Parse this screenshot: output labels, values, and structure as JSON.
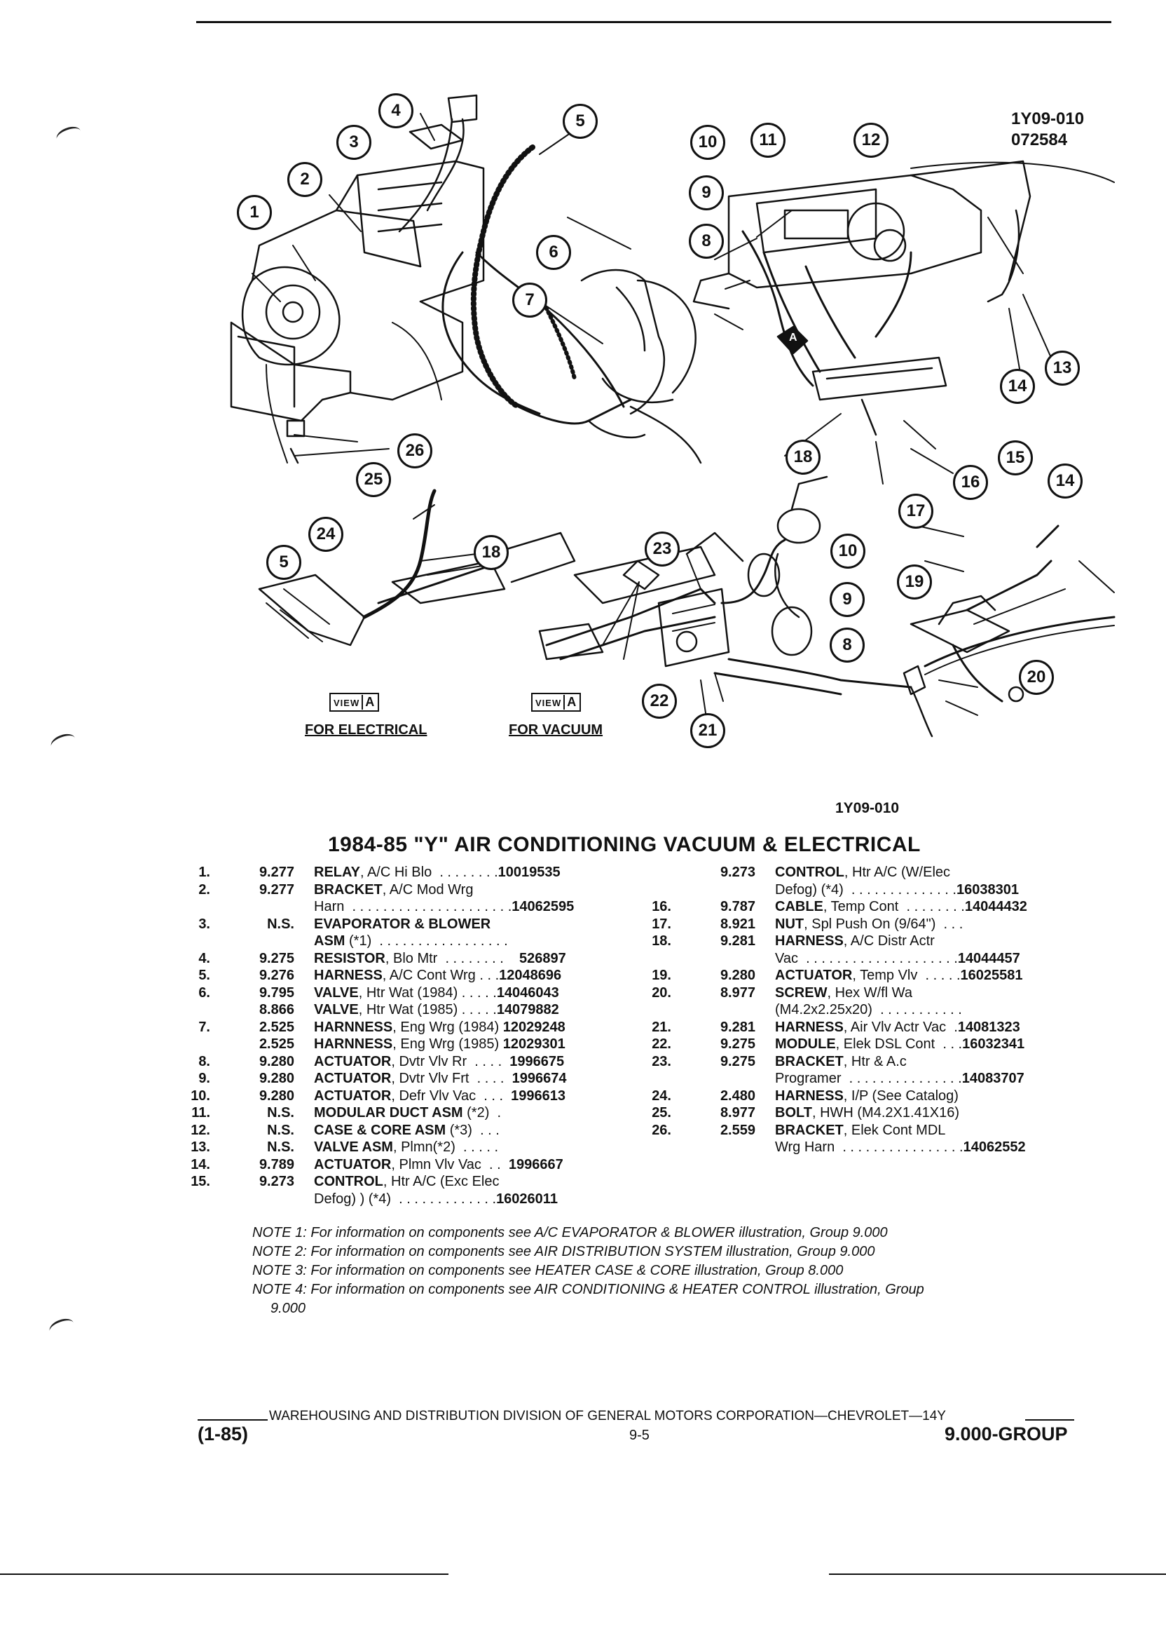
{
  "drawing": {
    "code_top": "1Y09-010",
    "date_code": "072584",
    "code_bottom": "1Y09-010",
    "views": [
      {
        "box": "VIEW",
        "letter": "A",
        "caption": "FOR ELECTRICAL"
      },
      {
        "box": "VIEW",
        "letter": "A",
        "caption": "FOR VACUUM"
      }
    ],
    "view_arrow_letter": "A",
    "callouts": [
      "1",
      "2",
      "3",
      "4",
      "5",
      "6",
      "7",
      "8",
      "9",
      "10",
      "11",
      "12",
      "13",
      "14",
      "15",
      "16",
      "17",
      "18",
      "26",
      "25",
      "24",
      "5",
      "18",
      "23",
      "10",
      "9",
      "8",
      "22",
      "21",
      "19",
      "14",
      "20"
    ]
  },
  "title": "1984-85 \"Y\" AIR CONDITIONING VACUUM & ELECTRICAL",
  "parts_left": [
    {
      "n": "1.",
      "g": "9.277",
      "d": "RELAY",
      "r": ", A/C Hi Blo  . . . . . . . .",
      "p": "10019535"
    },
    {
      "n": "2.",
      "g": "9.277",
      "d": "BRACKET",
      "r": ", A/C Mod Wrg",
      "p": ""
    },
    {
      "n": "",
      "g": "",
      "d": "",
      "r": "Harn  . . . . . . . . . . . . . . . . . . . . .",
      "p": "14062595"
    },
    {
      "n": "3.",
      "g": "N.S.",
      "d": "EVAPORATOR & BLOWER",
      "r": "",
      "p": ""
    },
    {
      "n": "",
      "g": "",
      "d": "ASM",
      "r": " (*1)  . . . . . . . . . . . . . . . . .",
      "p": ""
    },
    {
      "n": "4.",
      "g": "9.275",
      "d": "RESISTOR",
      "r": ", Blo Mtr  . . . . . . . .",
      "p": "    526897"
    },
    {
      "n": "5.",
      "g": "9.276",
      "d": "HARNESS",
      "r": ", A/C Cont Wrg . . .",
      "p": "12048696"
    },
    {
      "n": "6.",
      "g": "9.795",
      "d": "VALVE",
      "r": ", Htr Wat (1984) . . . . .",
      "p": "14046043"
    },
    {
      "n": "",
      "g": "8.866",
      "d": "VALVE",
      "r": ", Htr Wat (1985) . . . . .",
      "p": "14079882"
    },
    {
      "n": "7.",
      "g": "2.525",
      "d": "HARNNESS",
      "r": ", Eng Wrg (1984)",
      "p": " 12029248"
    },
    {
      "n": "",
      "g": "2.525",
      "d": "HARNNESS",
      "r": ", Eng Wrg (1985)",
      "p": " 12029301"
    },
    {
      "n": "8.",
      "g": "9.280",
      "d": "ACTUATOR",
      "r": ", Dvtr Vlv Rr  . . . .",
      "p": "  1996675"
    },
    {
      "n": "9.",
      "g": "9.280",
      "d": "ACTUATOR",
      "r": ", Dvtr Vlv Frt  . . . .",
      "p": "  1996674"
    },
    {
      "n": "10.",
      "g": "9.280",
      "d": "ACTUATOR",
      "r": ", Defr Vlv Vac  . . .",
      "p": "  1996613"
    },
    {
      "n": "11.",
      "g": "N.S.",
      "d": "MODULAR DUCT ASM",
      "r": " (*2)  .",
      "p": ""
    },
    {
      "n": "12.",
      "g": "N.S.",
      "d": "CASE & CORE ASM",
      "r": " (*3)  . . .",
      "p": ""
    },
    {
      "n": "13.",
      "g": "N.S.",
      "d": "VALVE ASM",
      "r": ", Plmn(*2)  . . . . .",
      "p": ""
    },
    {
      "n": "14.",
      "g": "9.789",
      "d": "ACTUATOR",
      "r": ", Plmn Vlv Vac  . .",
      "p": "  1996667"
    },
    {
      "n": "15.",
      "g": "9.273",
      "d": "CONTROL",
      "r": ", Htr A/C (Exc Elec",
      "p": ""
    },
    {
      "n": "",
      "g": "",
      "d": "",
      "r": "Defog) ) (*4)  . . . . . . . . . . . . .",
      "p": "16026011"
    }
  ],
  "parts_right": [
    {
      "n": "",
      "g": "9.273",
      "d": "CONTROL",
      "r": ", Htr A/C (W/Elec",
      "p": ""
    },
    {
      "n": "",
      "g": "",
      "d": "",
      "r": "Defog) (*4)  . . . . . . . . . . . . . .",
      "p": "16038301"
    },
    {
      "n": "16.",
      "g": "9.787",
      "d": "CABLE",
      "r": ", Temp Cont  . . . . . . . .",
      "p": "14044432"
    },
    {
      "n": "17.",
      "g": "8.921",
      "d": "NUT",
      "r": ", Spl Push On (9/64\")  . . .",
      "p": ""
    },
    {
      "n": "18.",
      "g": "9.281",
      "d": "HARNESS",
      "r": ", A/C Distr Actr",
      "p": ""
    },
    {
      "n": "",
      "g": "",
      "d": "",
      "r": "Vac  . . . . . . . . . . . . . . . . . . . .",
      "p": "14044457"
    },
    {
      "n": "19.",
      "g": "9.280",
      "d": "ACTUATOR",
      "r": ", Temp Vlv  . . . . .",
      "p": "16025581"
    },
    {
      "n": "20.",
      "g": "8.977",
      "d": "SCREW",
      "r": ", Hex W/fl Wa",
      "p": ""
    },
    {
      "n": "",
      "g": "",
      "d": "",
      "r": "(M4.2x2.25x20)  . . . . . . . . . . .",
      "p": ""
    },
    {
      "n": "21.",
      "g": "9.281",
      "d": "HARNESS",
      "r": ", Air Vlv Actr Vac  .",
      "p": "14081323"
    },
    {
      "n": "22.",
      "g": "9.275",
      "d": "MODULE",
      "r": ", Elek DSL Cont  . . .",
      "p": "16032341"
    },
    {
      "n": "23.",
      "g": "9.275",
      "d": "BRACKET",
      "r": ", Htr & A.c",
      "p": ""
    },
    {
      "n": "",
      "g": "",
      "d": "",
      "r": "Programer  . . . . . . . . . . . . . . .",
      "p": "14083707"
    },
    {
      "n": "24.",
      "g": "2.480",
      "d": "HARNESS",
      "r": ", I/P (See Catalog)",
      "p": ""
    },
    {
      "n": "25.",
      "g": "8.977",
      "d": "BOLT",
      "r": ", HWH (M4.2X1.41X16)",
      "p": ""
    },
    {
      "n": "26.",
      "g": "2.559",
      "d": "BRACKET",
      "r": ", Elek Cont MDL",
      "p": ""
    },
    {
      "n": "",
      "g": "",
      "d": "",
      "r": "Wrg Harn  . . . . . . . . . . . . . . . .",
      "p": "14062552"
    }
  ],
  "notes": [
    "NOTE 1: For information on components see A/C EVAPORATOR & BLOWER illustration, Group 9.000",
    "NOTE 2: For information on components see AIR DISTRIBUTION SYSTEM illustration, Group 9.000",
    "NOTE 3: For information on components see HEATER CASE & CORE illustration, Group 8.000",
    "NOTE 4: For information on components see AIR CONDITIONING & HEATER CONTROL illustration, Group",
    "9.000"
  ],
  "footer": {
    "division": "WAREHOUSING AND DISTRIBUTION  DIVISION OF GENERAL MOTORS CORPORATION—CHEVROLET—14Y",
    "date": "(1-85)",
    "page": "9-5",
    "group": "9.000-GROUP"
  }
}
